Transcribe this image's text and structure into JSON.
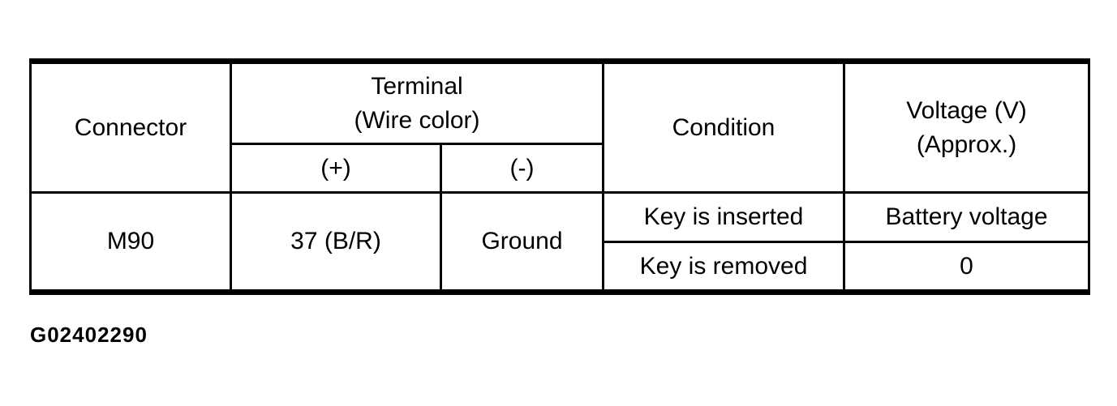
{
  "page": {
    "background_color": "#ffffff",
    "ink_color": "#000000",
    "figure_id": "G02402290"
  },
  "table": {
    "header": {
      "connector": "Connector",
      "terminal_group": "Terminal\n(Wire color)",
      "terminal_plus": "(+)",
      "terminal_minus": "(-)",
      "condition": "Condition",
      "voltage": "Voltage (V)\n(Approx.)"
    },
    "row": {
      "connector": "M90",
      "terminal_plus": "37 (B/R)",
      "terminal_minus": "Ground",
      "conditions": [
        {
          "condition": "Key is inserted",
          "voltage": "Battery voltage"
        },
        {
          "condition": "Key is removed",
          "voltage": "0"
        }
      ]
    }
  }
}
